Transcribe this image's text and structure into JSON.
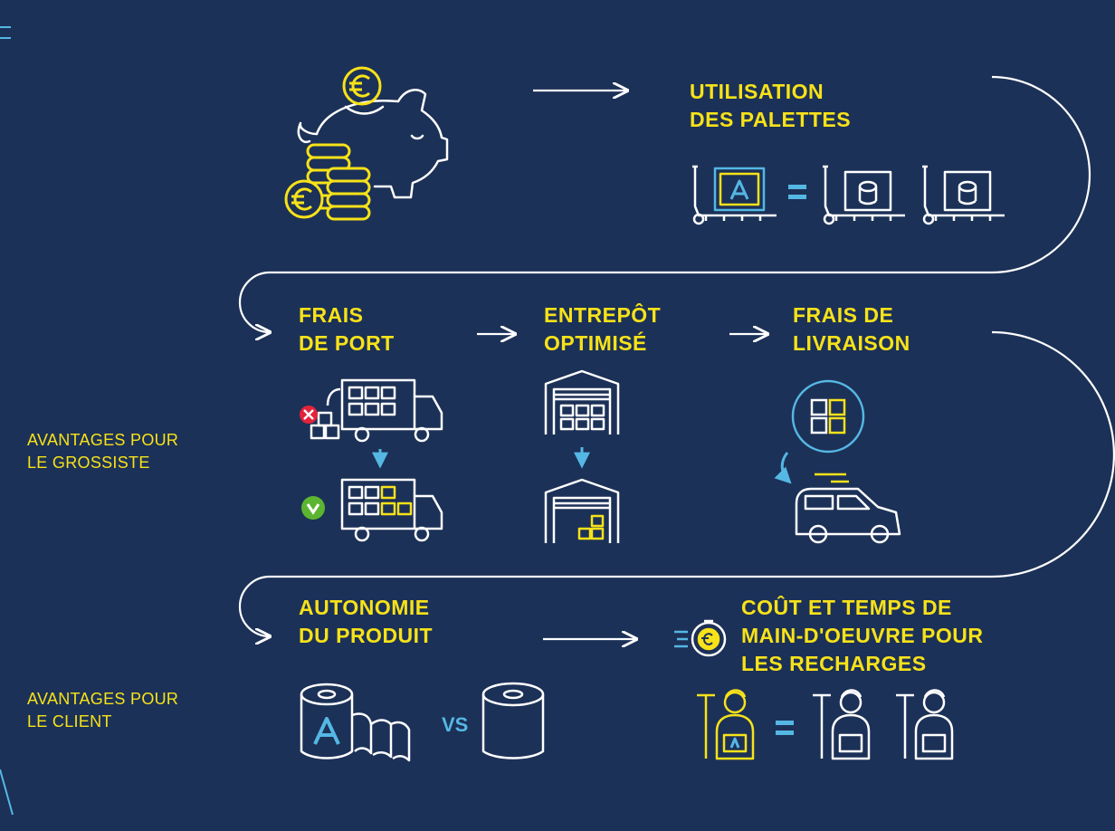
{
  "diagram": {
    "steps": {
      "pallets": "UTILISATION\nDES PALETTES",
      "shipping": "FRAIS\nDE PORT",
      "warehouse": "ENTREPÔT\nOPTIMISÉ",
      "delivery": "FRAIS DE\nLIVRAISON",
      "autonomy": "AUTONOMIE\nDU PRODUIT",
      "labor": "COÛT ET TEMPS DE\nMAIN-D'OEUVRE POUR\nLES RECHARGES"
    },
    "side_labels": {
      "wholesaler": "AVANTAGES POUR\nLE GROSSISTE",
      "client": "AVANTAGES POUR\nLE CLIENT"
    },
    "vs_label": "VS",
    "icons": [
      "piggy-bank-icon",
      "euro-coin-icon",
      "pallet-jack-icon",
      "truck-icon",
      "warehouse-icon",
      "van-icon",
      "toilet-roll-icon",
      "stopwatch-icon",
      "cleaner-icon",
      "check-icon",
      "cross-icon"
    ],
    "colors": {
      "background": "#1c3157",
      "accent_yellow": "#f7e219",
      "accent_blue": "#55b7e4",
      "line_white": "#ffffff",
      "check_green": "#5cb531",
      "cross_red": "#e2233b"
    }
  }
}
